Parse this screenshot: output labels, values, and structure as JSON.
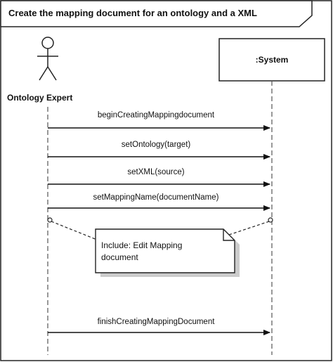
{
  "frame": {
    "title": "Create the mapping document for an ontology and a XML"
  },
  "actor": {
    "name": "Ontology Expert"
  },
  "system": {
    "name": ":System"
  },
  "messages": [
    {
      "label": "beginCreatingMappingdocument"
    },
    {
      "label": "setOntology(target)"
    },
    {
      "label": "setXML(source)"
    },
    {
      "label": "setMappingName(documentName)"
    },
    {
      "label": "finishCreatingMappingDocument"
    }
  ],
  "note": {
    "line1": "Include: Edit Mapping",
    "line2": "document"
  }
}
